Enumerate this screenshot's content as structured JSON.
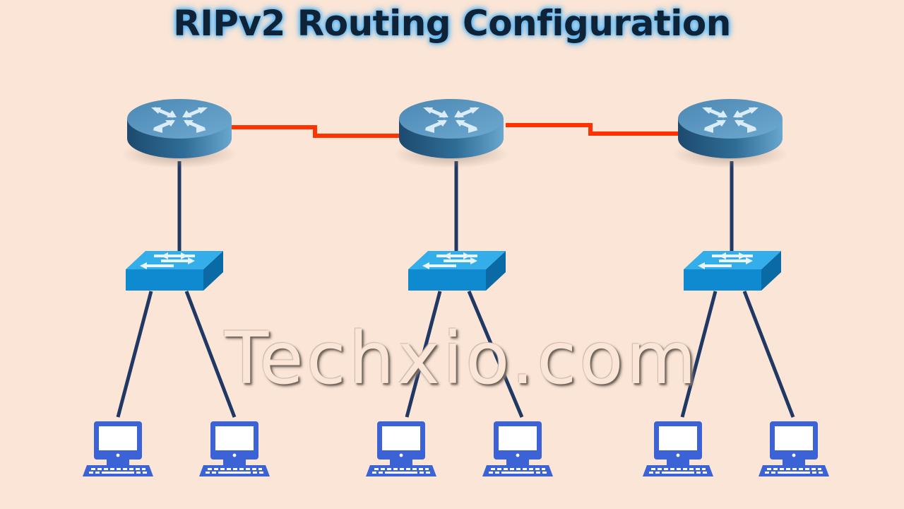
{
  "title": "RIPv2 Routing Configuration",
  "watermark": "Techxio.com",
  "colors": {
    "background": "#fbe5d6",
    "serial_link": "#ff3300",
    "ethernet_link": "#1f3864",
    "router_body": "#2f6d97",
    "switch_body": "#1796d9",
    "pc": "#3b63d6"
  },
  "diagram": {
    "sites": [
      {
        "router": {
          "icon": "router-icon"
        },
        "switch": {
          "icon": "switch-icon"
        },
        "pcs": [
          {
            "icon": "pc-icon"
          },
          {
            "icon": "pc-icon"
          }
        ]
      },
      {
        "router": {
          "icon": "router-icon"
        },
        "switch": {
          "icon": "switch-icon"
        },
        "pcs": [
          {
            "icon": "pc-icon"
          },
          {
            "icon": "pc-icon"
          }
        ]
      },
      {
        "router": {
          "icon": "router-icon"
        },
        "switch": {
          "icon": "switch-icon"
        },
        "pcs": [
          {
            "icon": "pc-icon"
          },
          {
            "icon": "pc-icon"
          }
        ]
      }
    ],
    "links": [
      {
        "type": "serial",
        "from": "router-1",
        "to": "router-2"
      },
      {
        "type": "serial",
        "from": "router-2",
        "to": "router-3"
      },
      {
        "type": "ethernet",
        "from": "router-1",
        "to": "switch-1"
      },
      {
        "type": "ethernet",
        "from": "router-2",
        "to": "switch-2"
      },
      {
        "type": "ethernet",
        "from": "router-3",
        "to": "switch-3"
      },
      {
        "type": "ethernet",
        "from": "switch-1",
        "to": "pc-1"
      },
      {
        "type": "ethernet",
        "from": "switch-1",
        "to": "pc-2"
      },
      {
        "type": "ethernet",
        "from": "switch-2",
        "to": "pc-3"
      },
      {
        "type": "ethernet",
        "from": "switch-2",
        "to": "pc-4"
      },
      {
        "type": "ethernet",
        "from": "switch-3",
        "to": "pc-5"
      },
      {
        "type": "ethernet",
        "from": "switch-3",
        "to": "pc-6"
      }
    ]
  }
}
